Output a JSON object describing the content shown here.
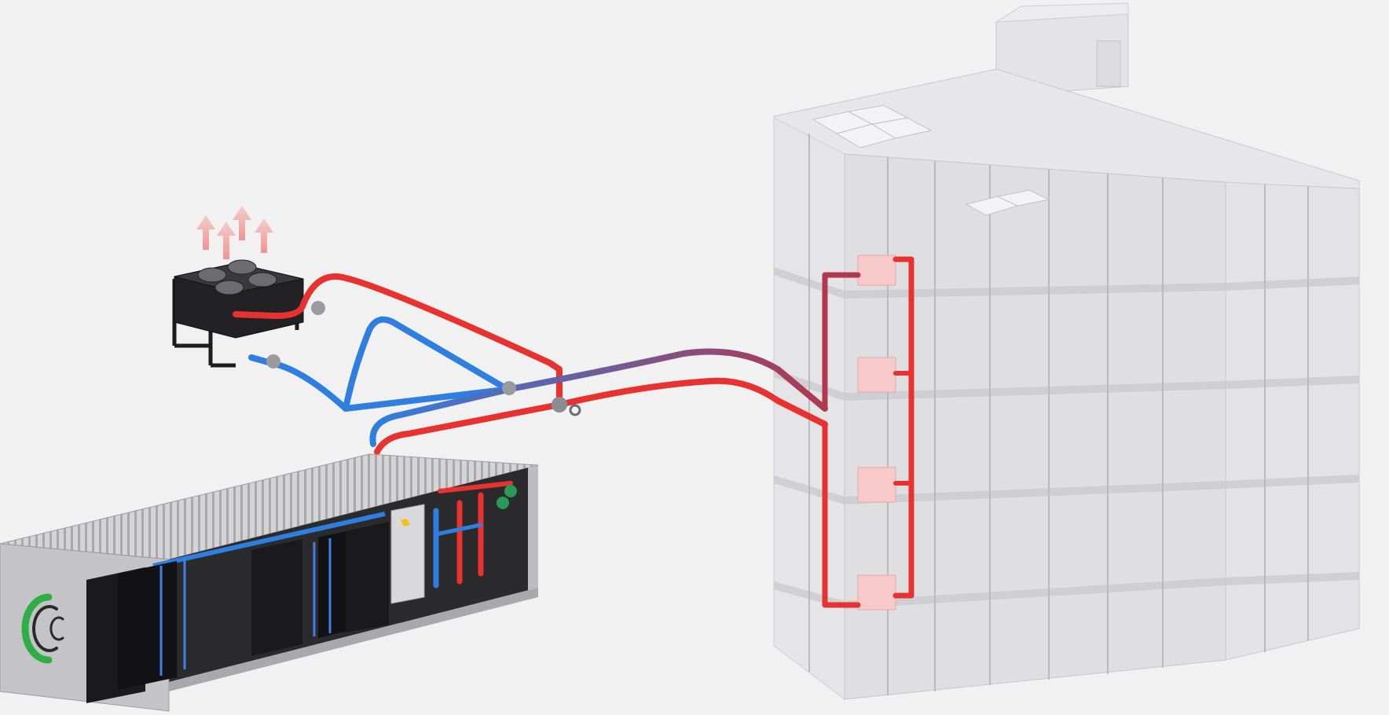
{
  "diagram": {
    "components": [
      {
        "id": "dry-cooler",
        "icon": "dry-cooler-fan-icon"
      },
      {
        "id": "data-center-container",
        "icon": "container-logo-icon"
      },
      {
        "id": "office-building",
        "icon": "building-icon"
      }
    ],
    "flows": [
      {
        "from": "dry-cooler",
        "to": "data-center-container",
        "kind": "cold-return"
      },
      {
        "from": "data-center-container",
        "to": "dry-cooler",
        "kind": "hot-supply"
      },
      {
        "from": "data-center-container",
        "to": "office-building",
        "kind": "hot-supply"
      },
      {
        "from": "office-building",
        "to": "data-center-container",
        "kind": "cold-return"
      }
    ],
    "radiator_count": 4,
    "heat_arrow_count": 4
  },
  "colors": {
    "hot_pipe": "#e8322f",
    "cold_pipe": "#2f7fe0",
    "heat_arrow": "#f08a86",
    "building_glass": "#d9d9db",
    "container_shell": "#c9c9cb",
    "server_rack": "#1a1a1c",
    "logo_green": "#2fae47",
    "radiator": "#f7c9c9"
  }
}
